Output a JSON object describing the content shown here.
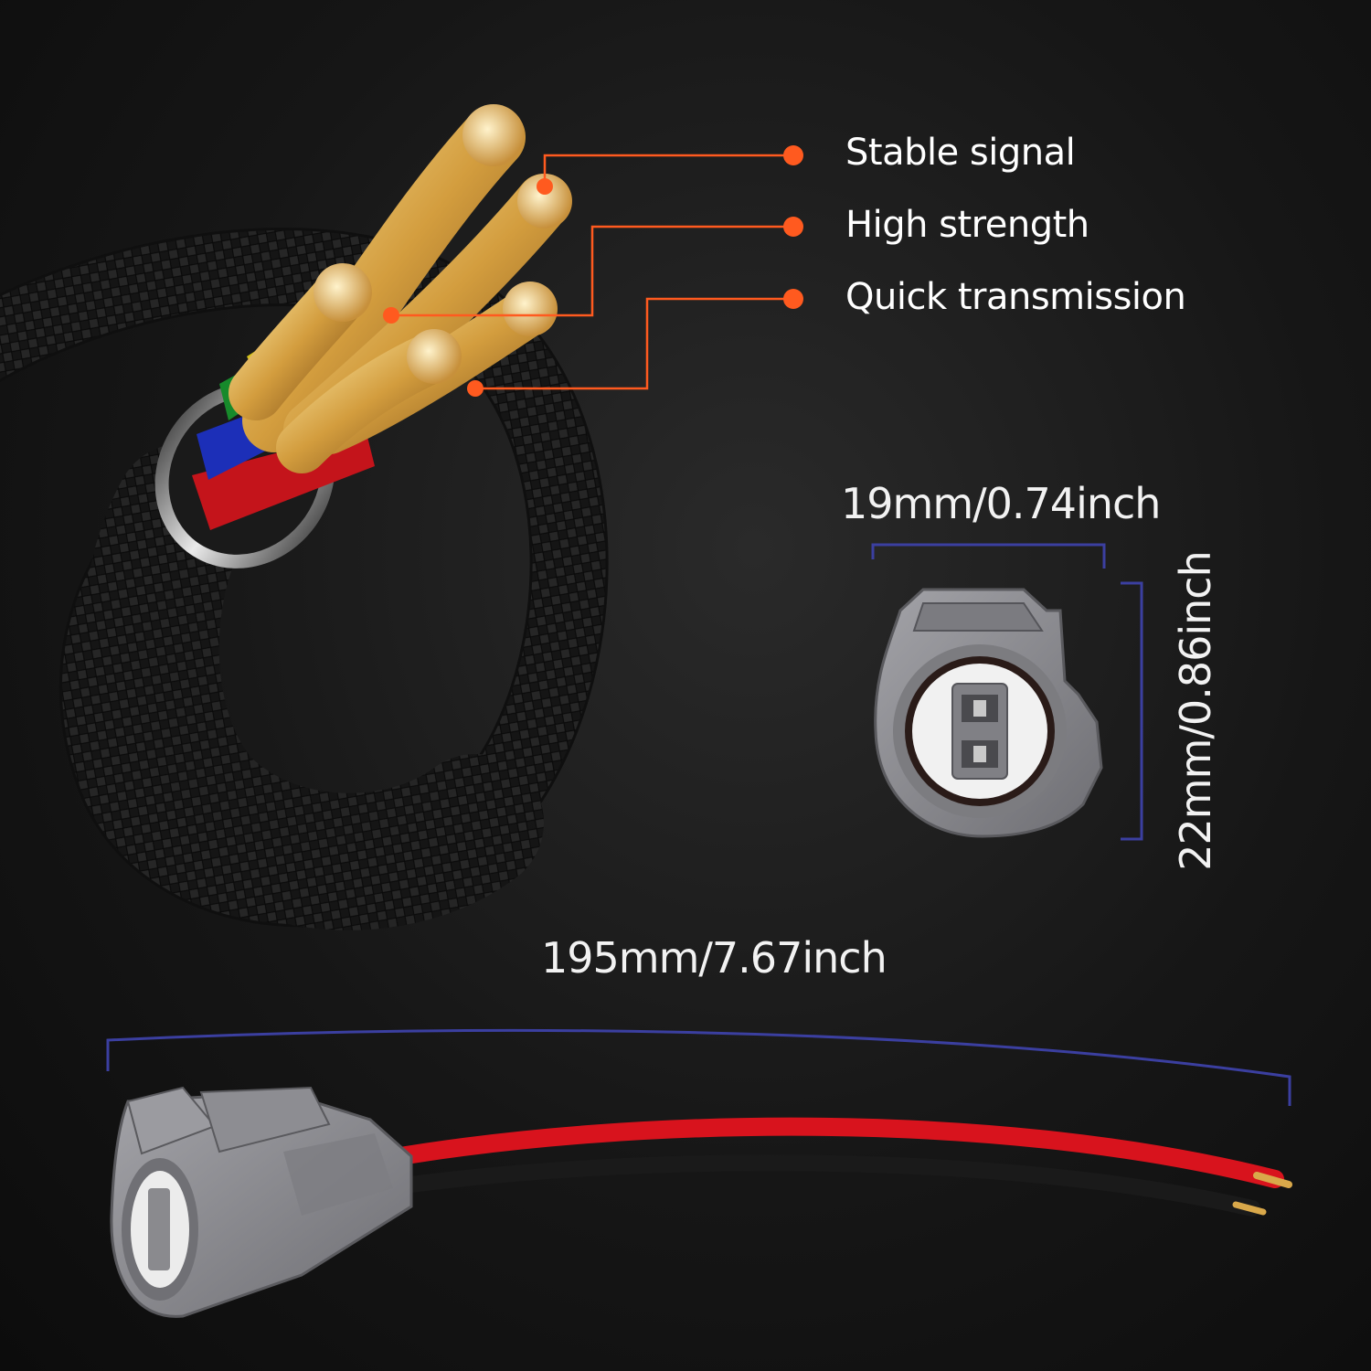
{
  "features": [
    {
      "label": "Stable signal"
    },
    {
      "label": "High strength"
    },
    {
      "label": "Quick transmission"
    }
  ],
  "dimensions": {
    "connector_width": "19mm/0.74inch",
    "connector_height": "22mm/0.86inch",
    "cable_length": "195mm/7.67inch"
  },
  "colors": {
    "callout": "#ff5a1f",
    "dimension_line": "#3b3fa0",
    "connector_gray": "#8a8a8e",
    "wire_red": "#d8131d",
    "wire_black": "#1a1a1a",
    "copper": "#d9a84a"
  }
}
